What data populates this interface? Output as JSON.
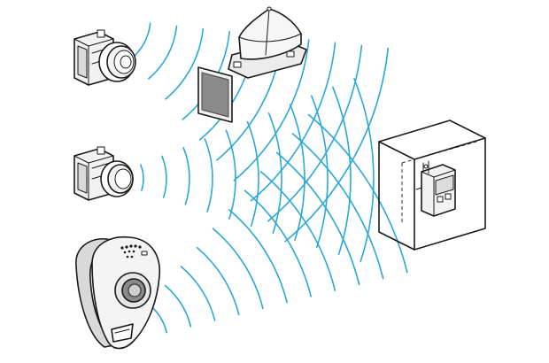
{
  "colors": {
    "signal": "#2aa8d8",
    "outline": "#1a1a1a",
    "device_light": "#f2f2f2",
    "device_mid": "#d9d9d9",
    "device_dark": "#9a9a9a",
    "panel_face": "#8a8a8a",
    "background": "#ffffff"
  },
  "devices": [
    {
      "name": "push-button-transmitter-top"
    },
    {
      "name": "push-button-transmitter-middle"
    },
    {
      "name": "wall-mounted-transmitter"
    },
    {
      "name": "repeater-antenna-dome"
    },
    {
      "name": "reflective-panel"
    },
    {
      "name": "receiver-enclosure"
    }
  ],
  "signals": {
    "top_group": {
      "arcs": 10
    },
    "middle_group": {
      "arcs": 11
    },
    "bottom_group": {
      "arcs": 11
    }
  }
}
